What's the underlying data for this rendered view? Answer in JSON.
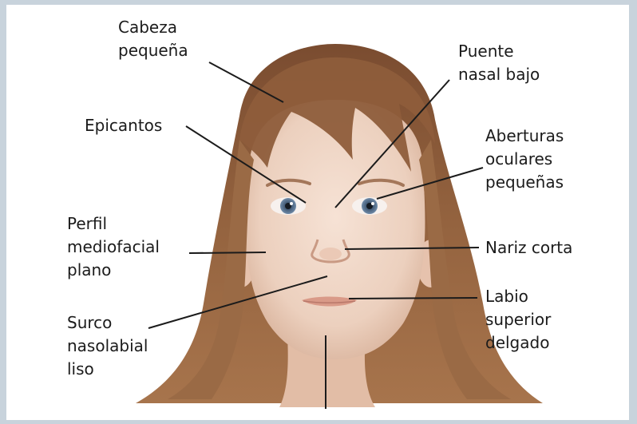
{
  "colors": {
    "background": "#c8d3dc",
    "panel": "#ffffff",
    "hair": "#8a5a3a",
    "skin": "#f1d8c8",
    "iris": "#55708f",
    "lip": "#d99a88",
    "leader_line": "#1b1b1b",
    "text": "#1b1b1b"
  },
  "labels": {
    "cabeza": [
      "Cabeza",
      "pequeña"
    ],
    "puente": [
      "Puente",
      "nasal bajo"
    ],
    "epicantos": [
      "Epicantos"
    ],
    "aberturas": [
      "Aberturas",
      "oculares",
      "pequeñas"
    ],
    "perfil": [
      "Perfil",
      "mediofacial",
      "plano"
    ],
    "nariz": [
      "Nariz corta"
    ],
    "surco": [
      "Surco",
      "nasolabial",
      "liso"
    ],
    "labio": [
      "Labio",
      "superior",
      "delgado"
    ]
  }
}
